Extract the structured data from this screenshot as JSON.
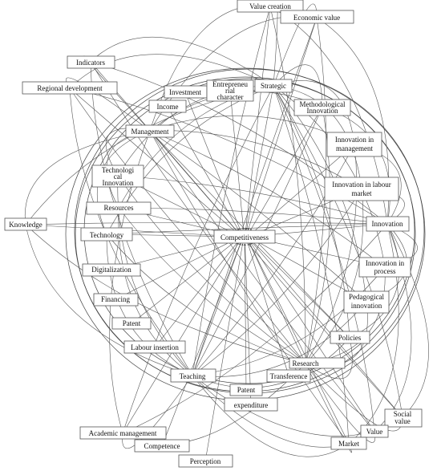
{
  "diagram": {
    "center": "Competitiveness",
    "nodes": [
      {
        "id": "value-creation",
        "lines": [
          "Value creation"
        ]
      },
      {
        "id": "economic-value",
        "lines": [
          "Economic value"
        ]
      },
      {
        "id": "indicators",
        "lines": [
          "Indicators"
        ]
      },
      {
        "id": "regional-development",
        "lines": [
          "Regional development"
        ]
      },
      {
        "id": "investment",
        "lines": [
          "Investment"
        ]
      },
      {
        "id": "entrepreneurial-character",
        "lines": [
          "Entrepreneu",
          "rial",
          "character"
        ]
      },
      {
        "id": "strategic",
        "lines": [
          "Strategic"
        ]
      },
      {
        "id": "income",
        "lines": [
          "Income"
        ]
      },
      {
        "id": "methodological-innovation",
        "lines": [
          "Methodological",
          "Innovation"
        ]
      },
      {
        "id": "management",
        "lines": [
          "Management"
        ]
      },
      {
        "id": "innovation-in-management",
        "lines": [
          "Innovation in",
          "management"
        ]
      },
      {
        "id": "technological-innovation",
        "lines": [
          "Technologi",
          "cal",
          "Innovation"
        ]
      },
      {
        "id": "innovation-in-labour-market",
        "lines": [
          "Innovation in labour",
          "market"
        ]
      },
      {
        "id": "resources",
        "lines": [
          "Resources"
        ]
      },
      {
        "id": "knowledge",
        "lines": [
          "Knowledge"
        ]
      },
      {
        "id": "technology",
        "lines": [
          "Technology"
        ]
      },
      {
        "id": "innovation",
        "lines": [
          "Innovation"
        ]
      },
      {
        "id": "competitiveness",
        "lines": [
          "Competitiveness"
        ]
      },
      {
        "id": "innovation-in-process",
        "lines": [
          "Innovation in",
          "process"
        ]
      },
      {
        "id": "digitalization",
        "lines": [
          "Digitalization"
        ]
      },
      {
        "id": "pedagogical-innovation",
        "lines": [
          "Pedagogical",
          "innovation"
        ]
      },
      {
        "id": "financing",
        "lines": [
          "Financing"
        ]
      },
      {
        "id": "patent-left",
        "lines": [
          "Patent"
        ]
      },
      {
        "id": "policies",
        "lines": [
          "Policies"
        ]
      },
      {
        "id": "labour-insertion",
        "lines": [
          "Labour insertion"
        ]
      },
      {
        "id": "research",
        "lines": [
          "Research"
        ]
      },
      {
        "id": "teaching",
        "lines": [
          "Teaching"
        ]
      },
      {
        "id": "transference",
        "lines": [
          "Transference"
        ]
      },
      {
        "id": "patent-bottom",
        "lines": [
          "Patent"
        ]
      },
      {
        "id": "expenditure",
        "lines": [
          "expenditure"
        ]
      },
      {
        "id": "social-value",
        "lines": [
          "Social",
          "value"
        ]
      },
      {
        "id": "value",
        "lines": [
          "Value"
        ]
      },
      {
        "id": "academic-management",
        "lines": [
          "Academic management"
        ]
      },
      {
        "id": "market",
        "lines": [
          "Market"
        ]
      },
      {
        "id": "competence",
        "lines": [
          "Competence"
        ]
      },
      {
        "id": "perception",
        "lines": [
          "Perception"
        ]
      }
    ]
  }
}
